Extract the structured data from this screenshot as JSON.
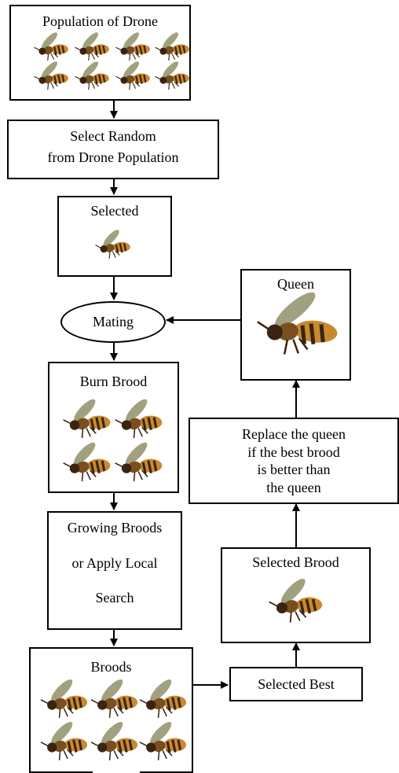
{
  "nodes": {
    "population": "Population of Drone",
    "select_random": [
      "Select Random",
      "from Drone Population"
    ],
    "selected": "Selected",
    "mating": "Mating",
    "burn_brood": "Burn Brood",
    "growing": [
      "Growing Broods",
      "or Apply Local",
      "Search"
    ],
    "broods": "Broods",
    "selected_best": "Selected Best",
    "selected_brood": "Selected Brood",
    "replace": [
      "Replace the queen",
      "if the best brood",
      "is better than",
      "the queen"
    ],
    "queen": "Queen"
  },
  "icons": {
    "bee": "honeybee-icon"
  },
  "colors": {
    "stroke": "#000000",
    "bee_body": "#c98a2e",
    "bee_stripe": "#3a2310",
    "bee_wing": "#8a8a60"
  }
}
